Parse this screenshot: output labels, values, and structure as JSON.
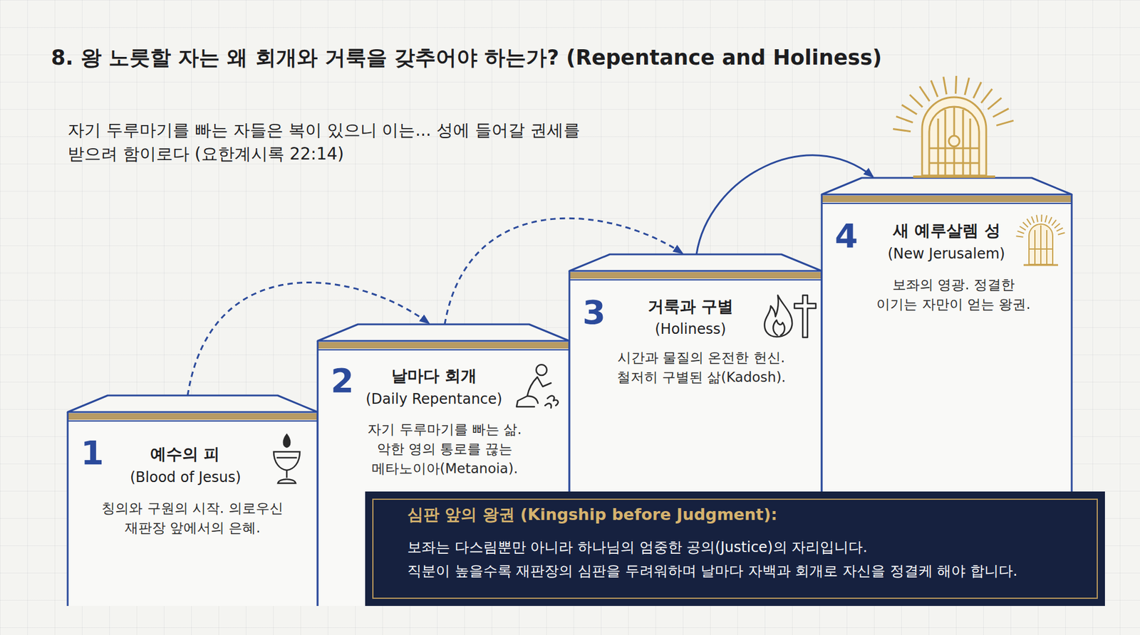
{
  "diagram": {
    "title": "8. 왕 노릇할 자는 왜 회개와 거룩을 갖추어야 하는가? (Repentance and Holiness)",
    "nodes": [
      {
        "text": [
          "1",
          "예수의 피",
          "(Blood of Jesus)",
          "칭의와 구원의 시작. 의로우신 재판장 앞에서의 은혜."
        ]
      },
      {
        "text": [
          "2",
          "날마다 회개",
          "(Daily Repentance)",
          "자기 두루마기를 빠는 삶. 악한 영의 통로를 끊는 메타노이아(Metanoia)."
        ]
      },
      {
        "text": [
          "3",
          "거룩과 구별",
          "(Holiness)",
          "시간과 물질의 온전한 헌신. 철저히 구별된 삶(Kadosh)."
        ]
      },
      {
        "text": [
          "4",
          "새 예루살렘 성",
          "(New Jerusalem)",
          "보좌의 영광. 정결한 이기는 자만이 얻는 왕권."
        ]
      },
      {
        "text": [
          "심판 앞의 왕권 (Kingship before Judgment):",
          "보좌는 다스림뿐만 아니라 하나님의 엄중한 공의(Justice)의 자리입니다.",
          "직분이 높을수록 재판장의 심판을 두려워하며 날마다 자백과 회개로 자신을 정결케 해야 합니다."
        ]
      }
    ],
    "edges": [
      {
        "from": 0,
        "to": 1,
        "arrow": "to"
      },
      {
        "from": 1,
        "to": 2,
        "arrow": "to"
      },
      {
        "from": 2,
        "to": 3,
        "arrow": "to"
      }
    ],
    "labels": [
      "자기 두루마기를 빠는 자들은 복이 있으니 이는... 성에 들어갈 권세를 받으려 함이로다 (요한계시록 22:14)"
    ]
  }
}
